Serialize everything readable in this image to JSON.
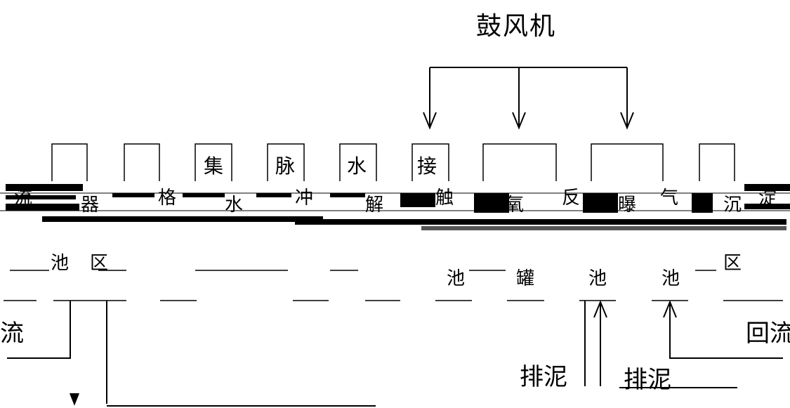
{
  "title": "鼓风机",
  "box_glyphs": [
    "集",
    "脉",
    "水",
    "接"
  ],
  "noise_row1": [
    "流",
    "器",
    "格",
    "水",
    "冲",
    "解",
    "触",
    "氧",
    "反",
    "曝",
    "气",
    "沉",
    "淀"
  ],
  "noise_row2": [
    "池",
    "区",
    "池",
    "罐",
    "池",
    "池",
    "区"
  ],
  "left_label": "流",
  "right_label": "回流",
  "sludge_label_1": "排泥",
  "sludge_label_2": "排泥",
  "colors": {
    "line": "#000000",
    "bg": "#ffffff"
  }
}
